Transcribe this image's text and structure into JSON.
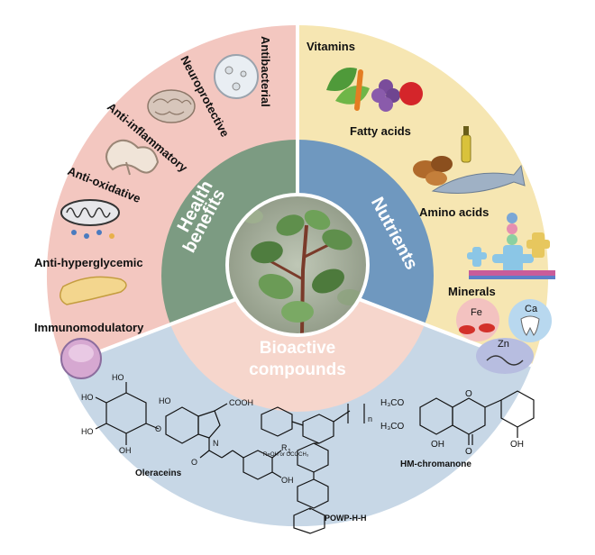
{
  "sections": {
    "health": {
      "title": "Health benefits",
      "items": [
        "Antibacterial",
        "Neuroprotective",
        "Anti-inflammatory",
        "Anti-oxidative",
        "Anti-hyperglycemic",
        "Immunomodulatory"
      ]
    },
    "nutrients": {
      "title": "Nutrients",
      "items": [
        "Vitamins",
        "Fatty acids",
        "Amino acids",
        "Minerals"
      ]
    },
    "bioactive": {
      "title": "Bioactive compounds",
      "title_line1": "Bioactive",
      "title_line2": "compounds",
      "compounds": [
        "Oleraceins",
        "POWP-H-H",
        "HM-chromanone"
      ]
    }
  },
  "chem_labels": {
    "cooh": "COOH",
    "oh": "OH",
    "ho": "HO",
    "r1": "R",
    "rsub": "1",
    "h3co": "H₃CO",
    "o": "O",
    "n": "N",
    "rvar": "R=OH or OCOCH₃",
    "n_sub": "n"
  },
  "mineral_labels": [
    "Fe",
    "Ca",
    "Zn"
  ],
  "colors": {
    "health_outer": "#f3c7c0",
    "nutrients_outer": "#f6e6b2",
    "bioactive_outer": "#c7d7e6",
    "health_inner": "#7c9b82",
    "nutrients_inner": "#6f98bf",
    "bioactive_inner": "#f6d6cc",
    "divider": "#ffffff"
  }
}
